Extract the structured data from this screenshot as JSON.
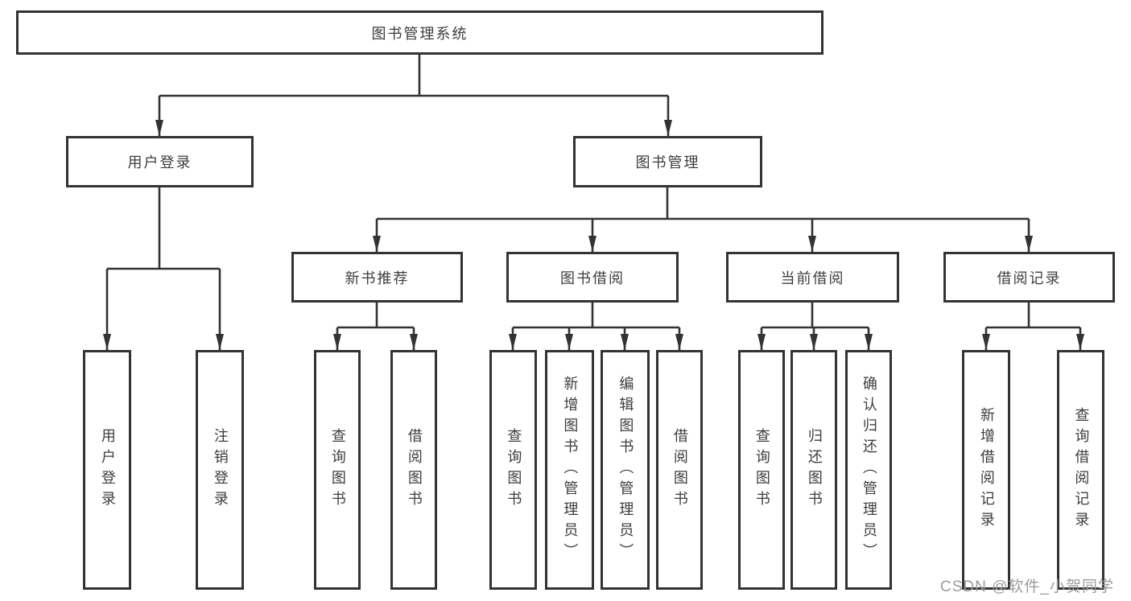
{
  "root": {
    "label": "图书管理系统"
  },
  "level2": {
    "user_login": {
      "label": "用户登录"
    },
    "book_mgmt": {
      "label": "图书管理"
    }
  },
  "level3": {
    "new_book_rec": {
      "label": "新书推荐"
    },
    "book_borrow": {
      "label": "图书借阅"
    },
    "current_borrow": {
      "label": "当前借阅"
    },
    "borrow_record": {
      "label": "借阅记录"
    }
  },
  "leaves": {
    "user_login": [
      "用户登录",
      "注销登录"
    ],
    "new_book_rec": [
      "查询图书",
      "借阅图书"
    ],
    "book_borrow": [
      "查询图书",
      "新增图书（管理员）",
      "编辑图书（管理员）",
      "借阅图书"
    ],
    "current_borrow": [
      "查询图书",
      "归还图书",
      "确认归还（管理员）"
    ],
    "borrow_record": [
      "新增借阅记录",
      "查询借阅记录"
    ]
  },
  "watermark": "CSDN @软件_小贺同学",
  "colors": {
    "line": "#333333",
    "text": "#3d3d3d",
    "watermark": "#9c9c9c",
    "background": "#ffffff"
  }
}
